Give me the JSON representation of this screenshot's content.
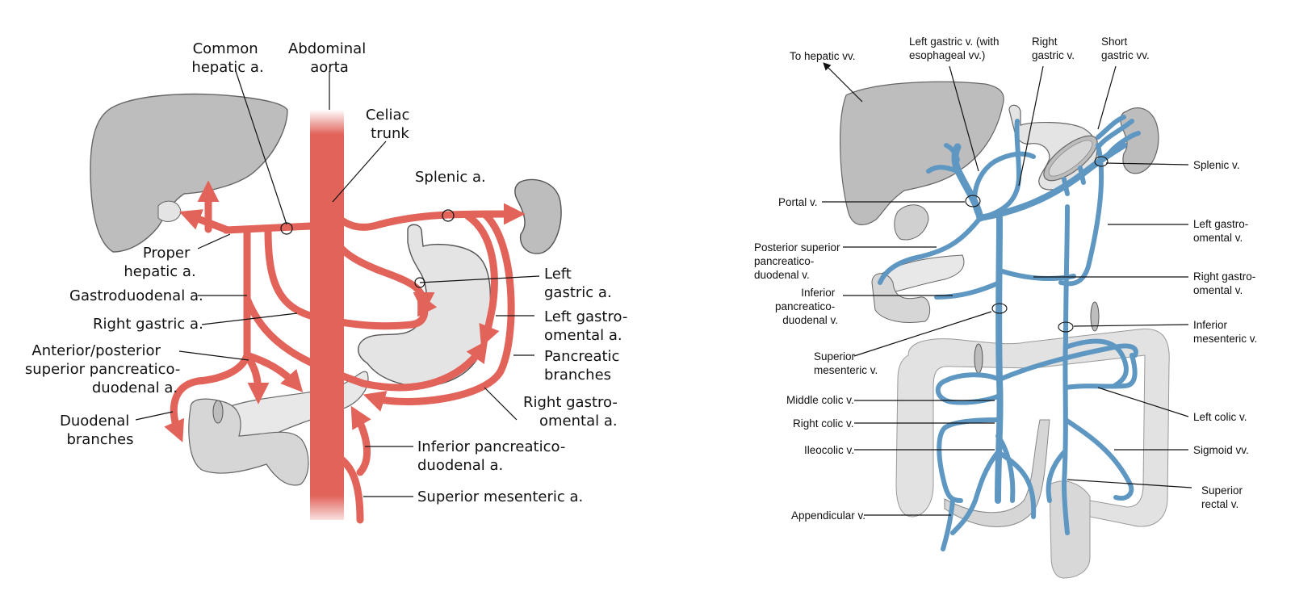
{
  "arterial": {
    "labels": {
      "common_hepatic": [
        "Common",
        "hepatic a."
      ],
      "abdominal_aorta": [
        "Abdominal",
        "aorta"
      ],
      "celiac_trunk": [
        "Celiac",
        "trunk"
      ],
      "splenic": [
        "Splenic a."
      ],
      "proper_hepatic": [
        "Proper",
        "hepatic a."
      ],
      "gastroduodenal": [
        "Gastroduodenal a."
      ],
      "right_gastric": [
        "Right gastric a."
      ],
      "ant_post_sup_pd": [
        "Anterior/posterior",
        "superior pancreatico-",
        "duodenal a."
      ],
      "duodenal_branches": [
        "Duodenal",
        "branches"
      ],
      "left_gastric": [
        "Left",
        "gastric a."
      ],
      "left_gastroomental": [
        "Left gastro-",
        "omental a."
      ],
      "pancreatic_branches": [
        "Pancreatic",
        "branches"
      ],
      "right_gastroomental": [
        "Right gastro-",
        "omental a."
      ],
      "inferior_pd": [
        "Inferior pancreatico-",
        "duodenal a."
      ],
      "superior_mesenteric": [
        "Superior mesenteric a."
      ]
    }
  },
  "venous": {
    "labels": {
      "to_hepatic": [
        "To hepatic vv."
      ],
      "left_gastric": [
        "Left gastric v. (with",
        "esophageal vv.)"
      ],
      "right_gastric": [
        "Right",
        "gastric v."
      ],
      "short_gastric": [
        "Short",
        "gastric vv."
      ],
      "splenic": [
        "Splenic v."
      ],
      "portal": [
        "Portal v."
      ],
      "left_gastroomental": [
        "Left gastro-",
        "omental v."
      ],
      "post_sup_pd": [
        "Posterior superior",
        "pancreatico-",
        "duodenal v."
      ],
      "right_gastroomental": [
        "Right gastro-",
        "omental v."
      ],
      "inferior_pd": [
        "Inferior",
        "pancreatico-",
        "duodenal v."
      ],
      "inferior_mesenteric": [
        "Inferior",
        "mesenteric v."
      ],
      "superior_mesenteric": [
        "Superior",
        "mesenteric v."
      ],
      "middle_colic": [
        "Middle colic v."
      ],
      "left_colic": [
        "Left colic v."
      ],
      "right_colic": [
        "Right colic v."
      ],
      "ileocolic": [
        "Ileocolic v."
      ],
      "sigmoid": [
        "Sigmoid vv."
      ],
      "superior_rectal": [
        "Superior",
        "rectal v."
      ],
      "appendicular": [
        "Appendicular v."
      ]
    }
  },
  "colors": {
    "artery": "#E2635A",
    "artery_edge": "#B8433B",
    "vein": "#5E97C2",
    "vein_edge": "#3F729A",
    "organ_dark": "#BDBDBD",
    "organ_light": "#E4E4E4",
    "organ_edge": "#666666"
  }
}
